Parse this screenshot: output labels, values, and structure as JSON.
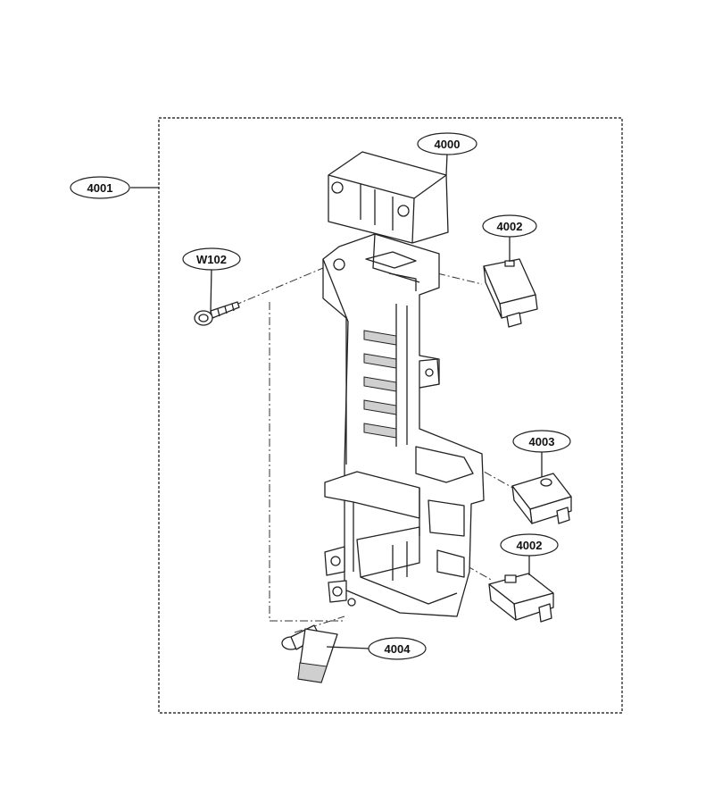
{
  "diagram": {
    "labels": {
      "frame": "4001",
      "bracket": "4000",
      "screw": "W102",
      "switch_top": "4002",
      "switch_mid": "4003",
      "switch_bottom": "4002",
      "lever": "4004"
    }
  }
}
